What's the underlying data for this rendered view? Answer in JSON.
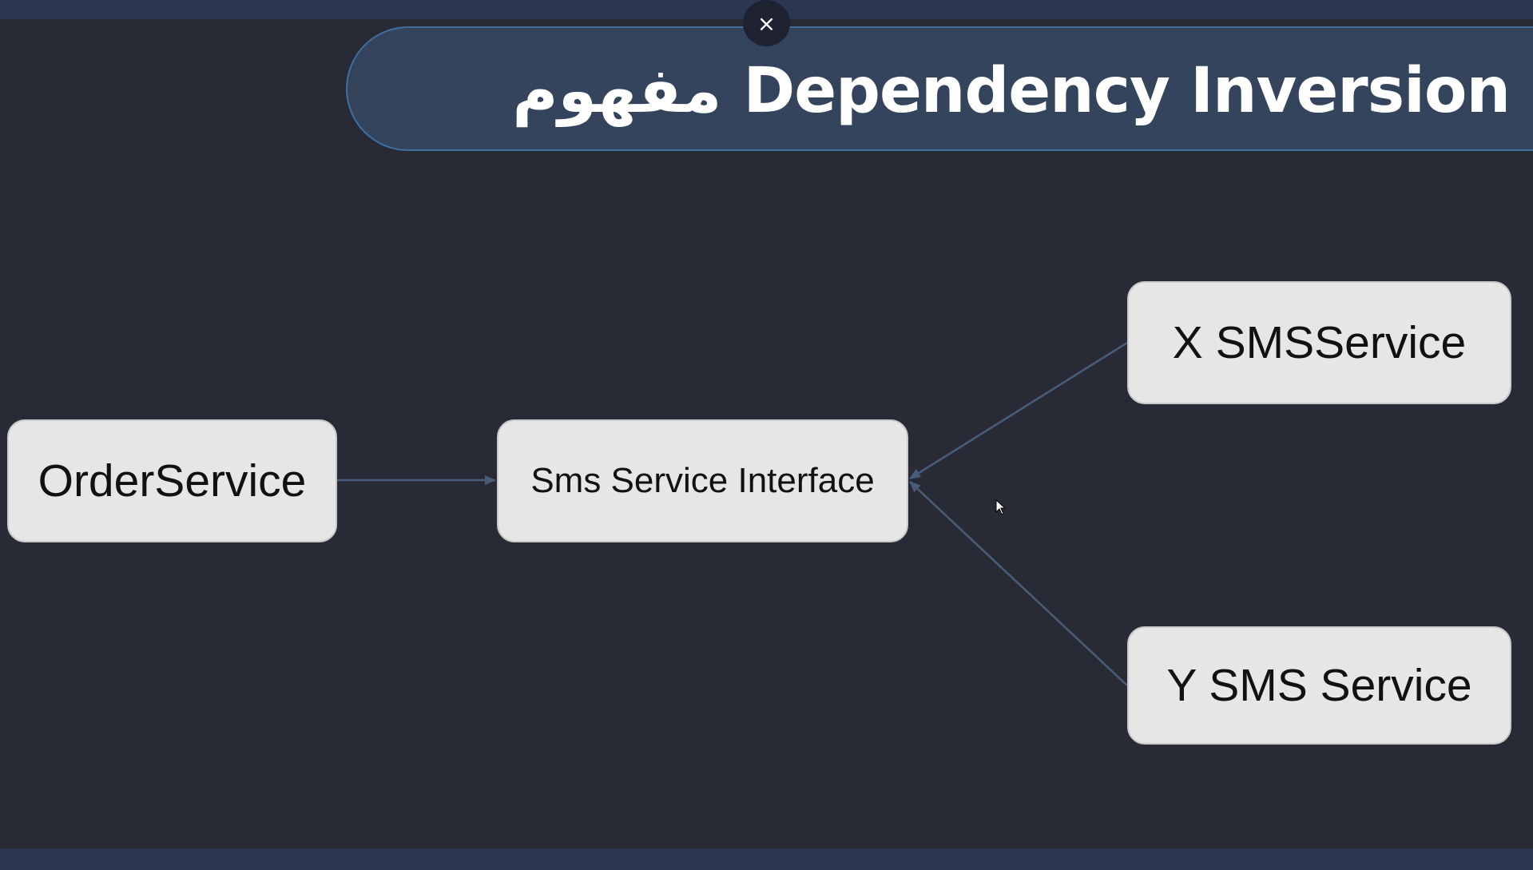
{
  "title": "مفهوم Dependency Inversion",
  "close_icon": "×",
  "nodes": {
    "order_service": "OrderService",
    "sms_interface": "Sms Service Interface",
    "x_sms_service": "X SMSService",
    "y_sms_service": "Y SMS Service"
  },
  "colors": {
    "background": "#282b36",
    "bar": "#2b3650",
    "title_pill": "#34445c",
    "node_fill": "#e6e6e6",
    "edge": "#4a5d78"
  }
}
